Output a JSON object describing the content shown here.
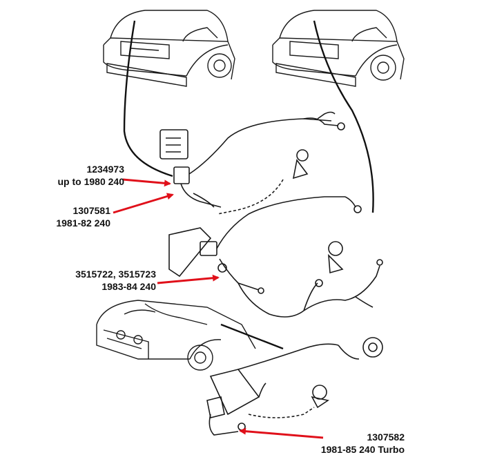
{
  "labels": [
    {
      "part": "1234973",
      "years": "up to 1980 240"
    },
    {
      "part": "1307581",
      "years": "1981-82 240"
    },
    {
      "part": "3515722, 3515723",
      "years": "1983-84 240"
    },
    {
      "part": "1307582",
      "years": "1981-85 240 Turbo"
    }
  ],
  "colors": {
    "arrow": "#e0101a",
    "line": "#1a1a1a",
    "text": "#111111"
  }
}
